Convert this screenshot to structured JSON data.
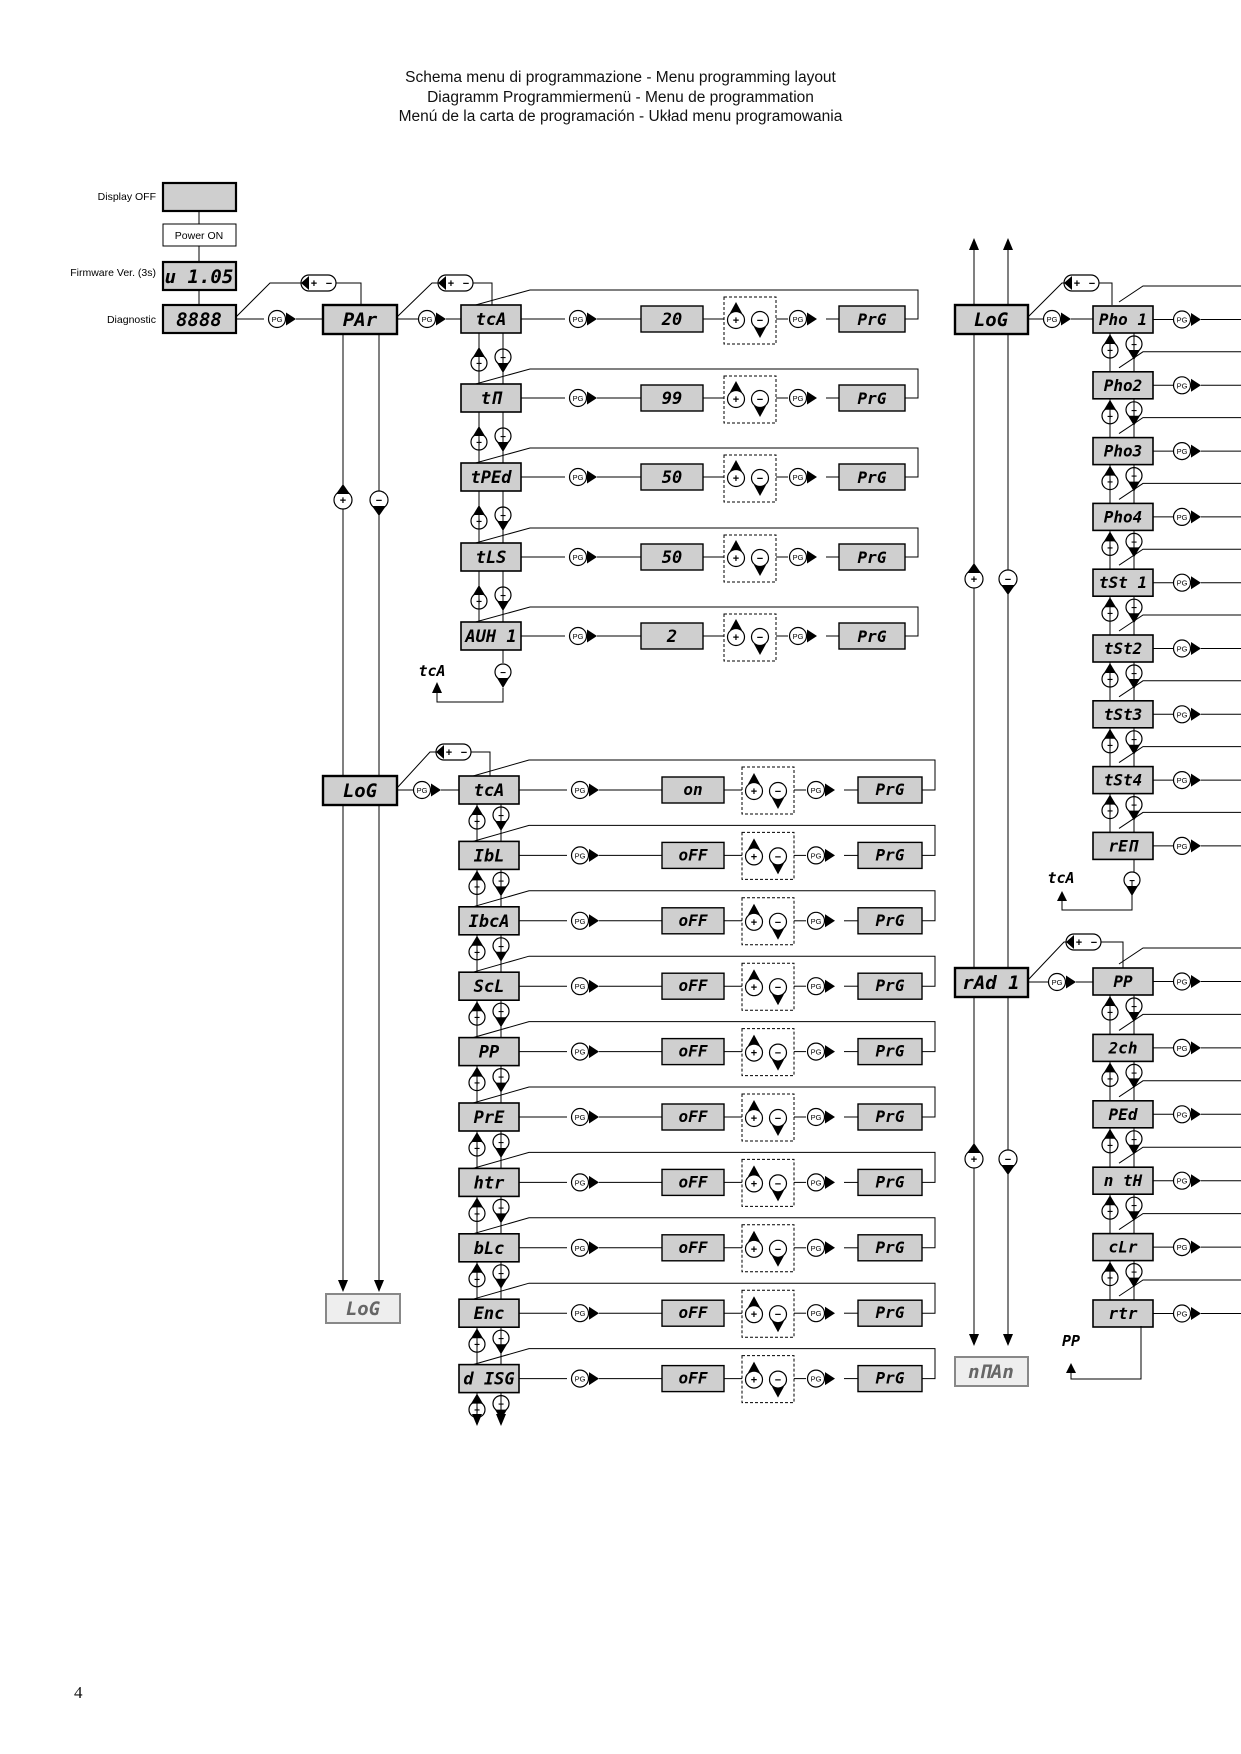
{
  "title_lines": [
    "Schema menu di programmazione - Menu programming layout",
    "Diagramm Programmiermenü - Menu de programmation",
    "Menú de la carta de programación - Układ menu programowania"
  ],
  "page_number": "4",
  "boot": {
    "display_off_label": "Display OFF",
    "power_on_label": "Power ON",
    "firmware_label": "Firmware Ver. (3s)",
    "firmware_value": "u 1.05",
    "diagnostic_label": "Diagnostic",
    "diagnostic_value": "8888"
  },
  "symbols": {
    "pg": "PG",
    "plus": "+",
    "minus": "−",
    "prg": "PrG"
  },
  "main_menus": {
    "par": "PAr",
    "log": "LoG",
    "log_end": "LoG"
  },
  "par_menu": {
    "rows": [
      {
        "code": "tcA",
        "value": "20"
      },
      {
        "code": "tΠ",
        "value": "99"
      },
      {
        "code": "tPEd",
        "value": "50"
      },
      {
        "code": "tLS",
        "value": "50"
      },
      {
        "code": "AUH 1",
        "value": "2"
      }
    ],
    "return_label": "tcA"
  },
  "log_menu": {
    "rows": [
      {
        "code": "tcA",
        "value": "on"
      },
      {
        "code": "IbL",
        "value": "oFF"
      },
      {
        "code": "IbcA",
        "value": "oFF"
      },
      {
        "code": "ScL",
        "value": "oFF"
      },
      {
        "code": "PP",
        "value": "oFF"
      },
      {
        "code": "PrE",
        "value": "oFF"
      },
      {
        "code": "htr",
        "value": "oFF"
      },
      {
        "code": "bLc",
        "value": "oFF"
      },
      {
        "code": "Enc",
        "value": "oFF"
      },
      {
        "code": "d ISG",
        "value": "oFF"
      }
    ]
  },
  "right_log_menu": {
    "header": "LoG",
    "rows": [
      "Pho 1",
      "Pho2",
      "Pho3",
      "Pho4",
      "tSt 1",
      "tSt2",
      "tSt3",
      "tSt4",
      "rEΠ"
    ],
    "return_label": "tcA"
  },
  "radio_menu": {
    "header": "rAd 1",
    "rows": [
      "PP",
      "2ch",
      "PEd",
      "n tH",
      "cLr",
      "rtr"
    ],
    "return_label": "PP",
    "end_label": "nΠAn"
  }
}
